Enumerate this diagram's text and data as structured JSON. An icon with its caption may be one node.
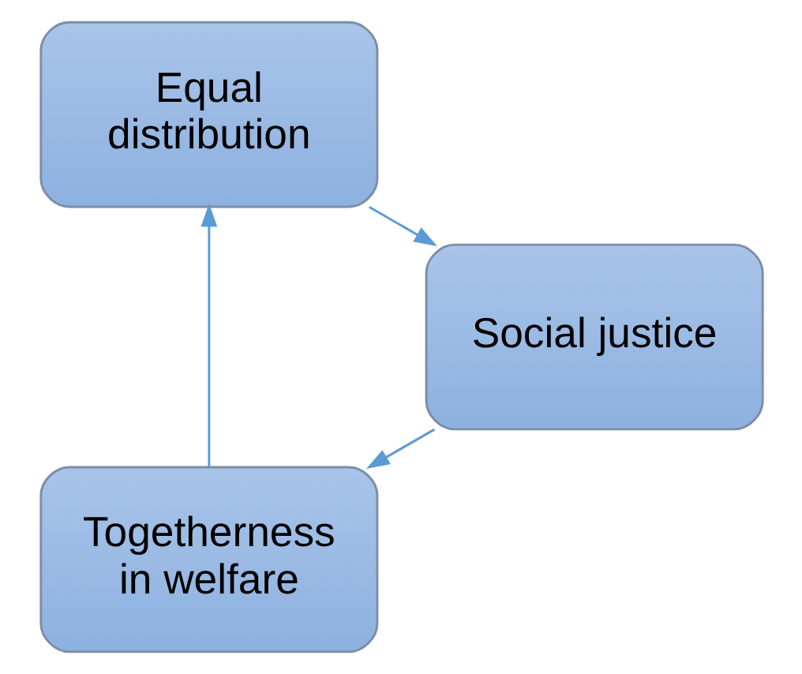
{
  "diagram": {
    "nodes": [
      {
        "text": [
          "Togetherness in welfare"
        ]
      },
      {
        "text": [
          "Equal distribution"
        ]
      },
      {
        "text": [
          "Social justice"
        ]
      }
    ],
    "edges": [
      {
        "from": 0,
        "to": 1,
        "arrow": "to"
      },
      {
        "from": 1,
        "to": 2,
        "arrow": "to"
      },
      {
        "from": 2,
        "to": 0,
        "arrow": "to"
      }
    ]
  }
}
